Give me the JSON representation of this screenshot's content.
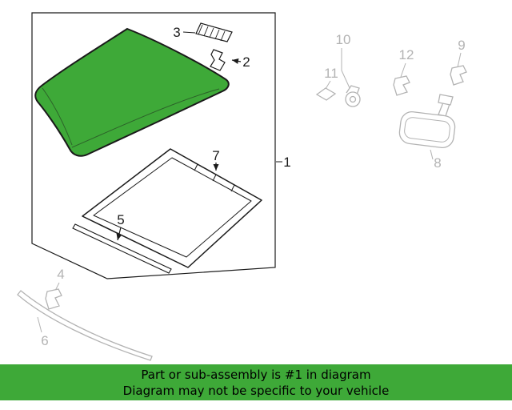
{
  "diagram": {
    "callouts": {
      "c1": {
        "label": "1"
      },
      "c2": {
        "label": "2"
      },
      "c3": {
        "label": "3"
      },
      "c4": {
        "label": "4"
      },
      "c5": {
        "label": "5"
      },
      "c6": {
        "label": "6"
      },
      "c7": {
        "label": "7"
      },
      "c8": {
        "label": "8"
      },
      "c9": {
        "label": "9"
      },
      "c10": {
        "label": "10"
      },
      "c11": {
        "label": "11"
      },
      "c12": {
        "label": "12"
      }
    },
    "colors": {
      "highlight_green": "#3ea938",
      "outline_black": "#1a1a1a",
      "muted_gray": "#b3b3b3"
    }
  },
  "banner": {
    "line1": "Part or sub-assembly is #1 in diagram",
    "line2": "Diagram may not be specific to your vehicle",
    "background": "#3ea938",
    "text_color": "#000000"
  }
}
